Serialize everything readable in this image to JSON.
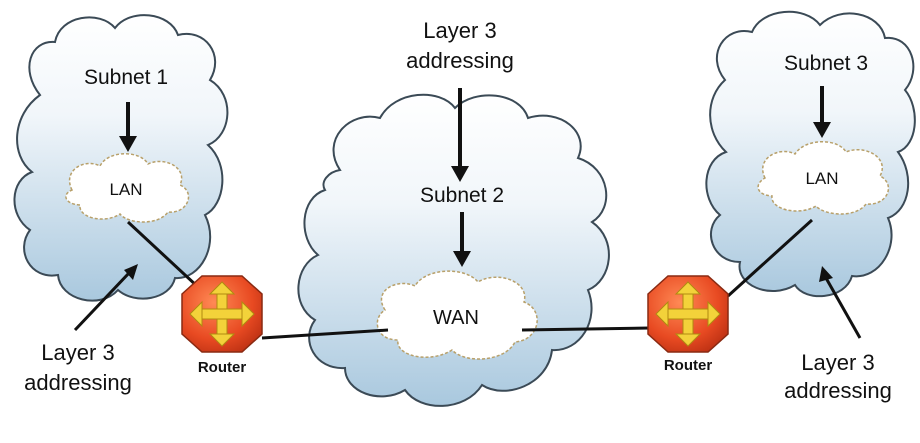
{
  "subnets": [
    {
      "name": "Subnet 1",
      "network": "LAN"
    },
    {
      "name": "Subnet 2",
      "network": "WAN"
    },
    {
      "name": "Subnet 3",
      "network": "LAN"
    }
  ],
  "routers": [
    {
      "label": "Router"
    },
    {
      "label": "Router"
    }
  ],
  "annotations": {
    "top": [
      "Layer 3",
      "addressing"
    ],
    "left": [
      "Layer 3",
      "addressing"
    ],
    "right": [
      "Layer 3",
      "addressing"
    ]
  },
  "colors": {
    "cloud_top": "#ffffff",
    "cloud_bottom": "#a9c8de",
    "cloud_outline": "#3b4a56",
    "inner_cloud_outline": "#b8a06a",
    "router_body": "#e84a22",
    "router_arrows": "#f3d23a"
  }
}
